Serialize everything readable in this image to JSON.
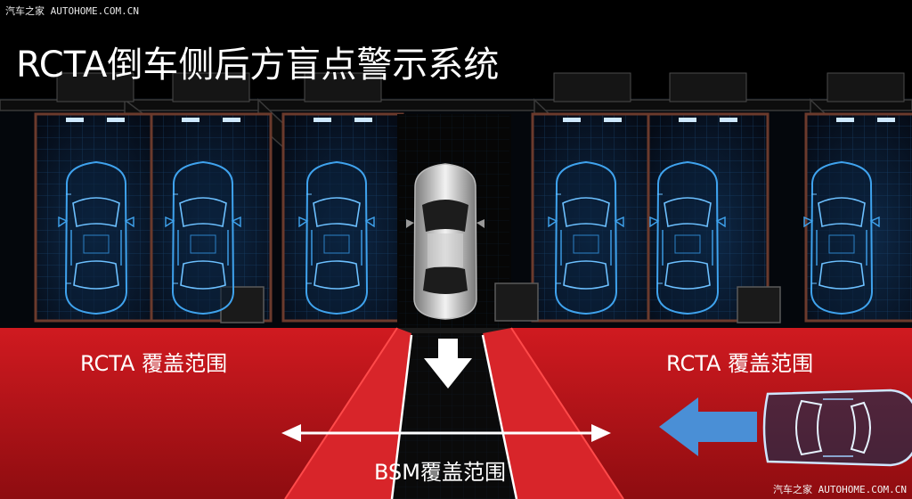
{
  "title": "RCTA倒车侧后方盲点警示系统",
  "watermark_top": "汽车之家  AUTOHOME.COM.CN",
  "watermark_bottom": "汽车之家  AUTOHOME.COM.CN",
  "zones": {
    "rcta_left": "RCTA 覆盖范围",
    "rcta_right": "RCTA 覆盖范围",
    "bsm": "BSM覆盖范围"
  },
  "colors": {
    "background": "#000000",
    "rcta_zone": "#c8131b",
    "bsm_zone": "#e3262b",
    "parked_car_wireframe": "#2f8fd8",
    "reversing_car": "#d8d8d8",
    "approach_arrow": "#4a8fd6",
    "text": "#ffffff"
  },
  "icons": [
    "down-arrow-icon",
    "left-arrow-icon",
    "double-arrow-icon"
  ]
}
